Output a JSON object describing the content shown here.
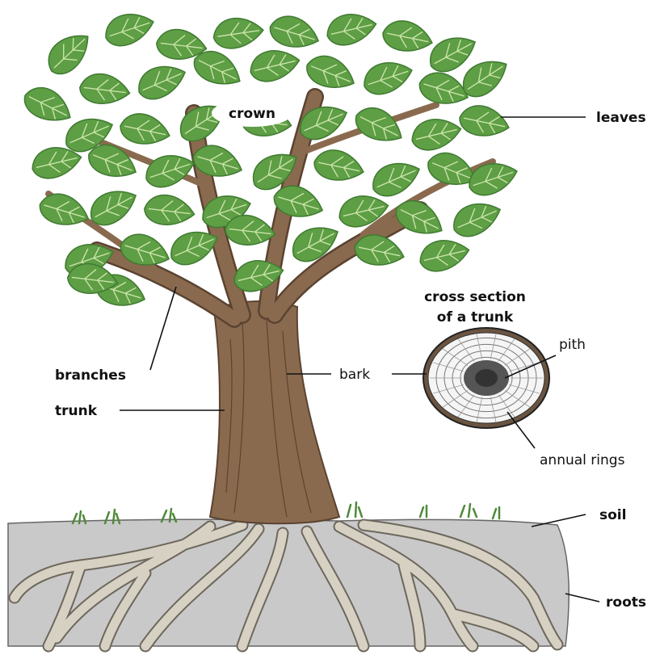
{
  "colors": {
    "leaf": "#5e9e45",
    "leaf_dark": "#3f7a31",
    "vein": "#c9e3a8",
    "bark": "#8a6a4e",
    "bark_dark": "#5b4331",
    "soil": "#c9c9c9",
    "root": "#d2ccbf",
    "grass": "#4f8a3a"
  },
  "labels": {
    "crown": "crown",
    "leaves": "leaves",
    "cross_section_line1": "cross section",
    "cross_section_line2": "of a trunk",
    "pith": "pith",
    "branches": "branches",
    "bark": "bark",
    "trunk": "trunk",
    "annual_rings": "annual rings",
    "soil": "soil",
    "roots": "roots"
  }
}
